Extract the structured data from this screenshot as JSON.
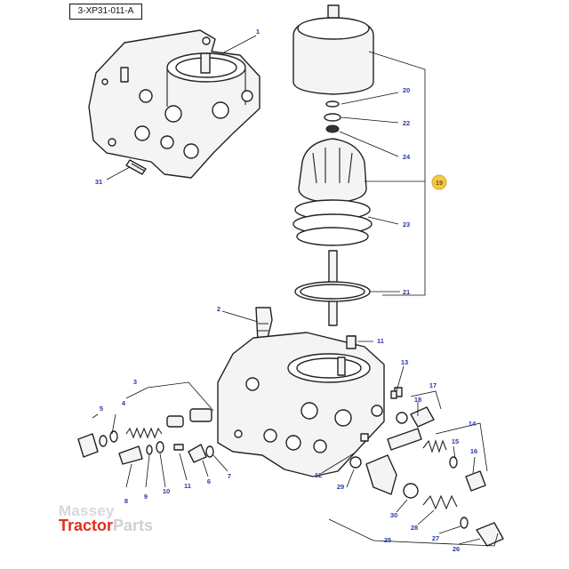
{
  "reference_code": "3-XP31-011-A",
  "callouts": [
    {
      "id": "c-1",
      "text": "1"
    },
    {
      "id": "c-20",
      "text": "20"
    },
    {
      "id": "c-22",
      "text": "22"
    },
    {
      "id": "c-24",
      "text": "24"
    },
    {
      "id": "c-hl",
      "text": "19"
    },
    {
      "id": "c-23",
      "text": "23"
    },
    {
      "id": "c-21",
      "text": "21"
    },
    {
      "id": "c-31",
      "text": "31"
    },
    {
      "id": "c-2",
      "text": "2"
    },
    {
      "id": "c-11a",
      "text": "11"
    },
    {
      "id": "c-13",
      "text": "13"
    },
    {
      "id": "c-17",
      "text": "17"
    },
    {
      "id": "c-18",
      "text": "18"
    },
    {
      "id": "c-3",
      "text": "3"
    },
    {
      "id": "c-5",
      "text": "5"
    },
    {
      "id": "c-4",
      "text": "4"
    },
    {
      "id": "c-14",
      "text": "14"
    },
    {
      "id": "c-15",
      "text": "15"
    },
    {
      "id": "c-16",
      "text": "16"
    },
    {
      "id": "c-8",
      "text": "8"
    },
    {
      "id": "c-9",
      "text": "9"
    },
    {
      "id": "c-10",
      "text": "10"
    },
    {
      "id": "c-11b",
      "text": "11"
    },
    {
      "id": "c-6",
      "text": "6"
    },
    {
      "id": "c-7",
      "text": "7"
    },
    {
      "id": "c-12",
      "text": "12"
    },
    {
      "id": "c-29",
      "text": "29"
    },
    {
      "id": "c-30",
      "text": "30"
    },
    {
      "id": "c-28",
      "text": "28"
    },
    {
      "id": "c-27",
      "text": "27"
    },
    {
      "id": "c-26",
      "text": "26"
    },
    {
      "id": "c-25",
      "text": "25"
    }
  ],
  "logo": {
    "line1": "Massey",
    "line2a": "Tractor",
    "line2b": "Parts"
  },
  "colors": {
    "callout": "#2a3aa8",
    "highlight": "#f2c94c",
    "logo_red": "#e0301e"
  }
}
